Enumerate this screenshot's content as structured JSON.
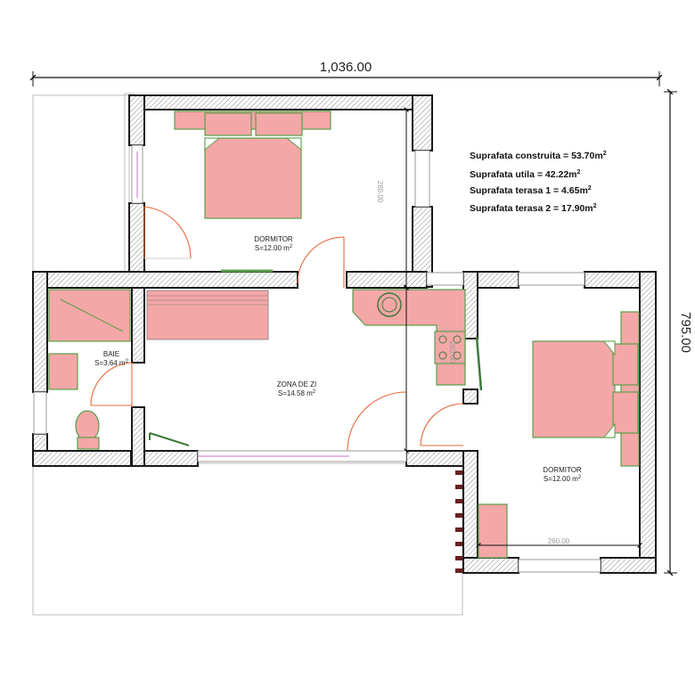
{
  "dimensions": {
    "width": "1,036.00",
    "height": "795.00"
  },
  "areas": {
    "built": {
      "label": "Suprafata construita = 53.70m",
      "sup": "2"
    },
    "useful": {
      "label": "Suprafata utila = 42.22m",
      "sup": "2"
    },
    "terrace1": {
      "label": "Suprafata terasa 1 = 4.65m",
      "sup": "2"
    },
    "terrace2": {
      "label": "Suprafata terasa 2 = 17.90m",
      "sup": "2"
    }
  },
  "rooms": {
    "bedroom_top": {
      "name": "DORMITOR",
      "area": "S=12.00 m",
      "sup": "2"
    },
    "bathroom": {
      "name": "BAIE",
      "area": "S=3.64 m",
      "sup": "2"
    },
    "living": {
      "name": "ZONA DE ZI",
      "area": "S=14.58 m",
      "sup": "2"
    },
    "bedroom_right": {
      "name": "DORMITOR",
      "area": "S=12.00 m",
      "sup": "2"
    }
  },
  "inner_dims": {
    "top_bedroom": "280.00",
    "living": "260.00",
    "right_bedroom": "260.00"
  },
  "colors": {
    "furniture": "#f4a7a7",
    "outline": "#5a9e4a",
    "door": "#e36a3a",
    "wall": "#1a1a1a"
  }
}
